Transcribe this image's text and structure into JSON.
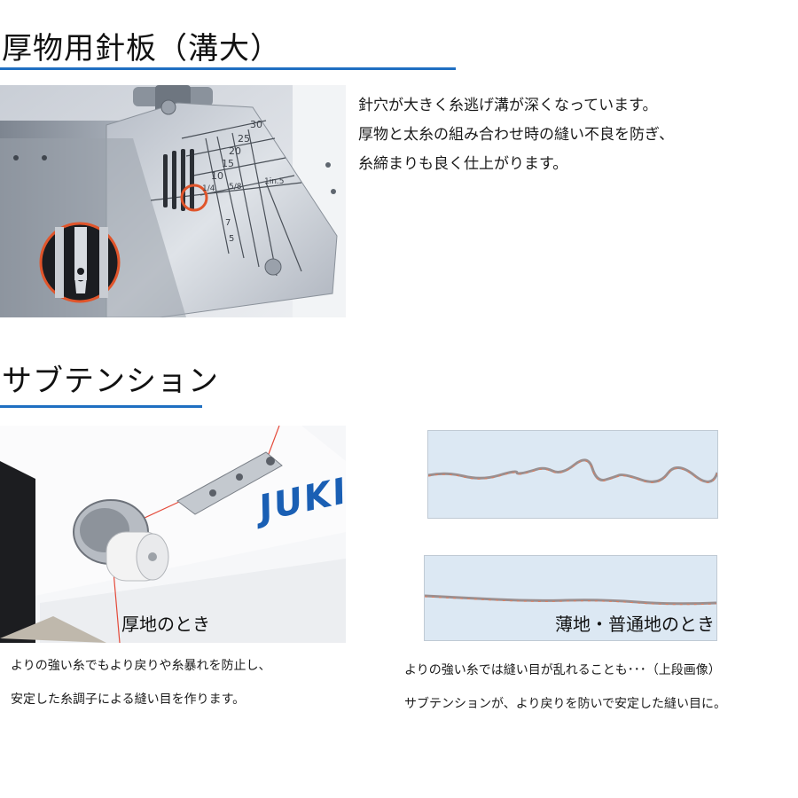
{
  "section1": {
    "title": "厚物用針板（溝大）",
    "description": [
      "針穴が大きく糸逃げ溝が深くなっています。",
      "厚物と太糸の組み合わせ時の縫い不良を防ぎ、",
      "糸締まりも良く仕上がります。"
    ],
    "plate_marks": [
      "30",
      "25",
      "20",
      "15",
      "10",
      "1/4",
      "5/8",
      "1in.5",
      "7",
      "5"
    ]
  },
  "section2": {
    "title": "サブテンション",
    "brand_text": "JUKI",
    "photo_caption_left": "厚地のとき",
    "photo_caption_right": "薄地・普通地のとき",
    "left_text": [
      "よりの強い糸でもより戻りや糸暴れを防止し、",
      "安定した糸調子による縫い目を作ります。"
    ],
    "right_text": [
      "よりの強い糸では縫い目が乱れることも･･･（上段画像）",
      "サブテンションが、より戻りを防いで安定した縫い目に。"
    ]
  },
  "colors": {
    "accent_underline": "#1f6fc2",
    "highlight_circle": "#e0552b",
    "brand_blue": "#1a5fb4"
  }
}
